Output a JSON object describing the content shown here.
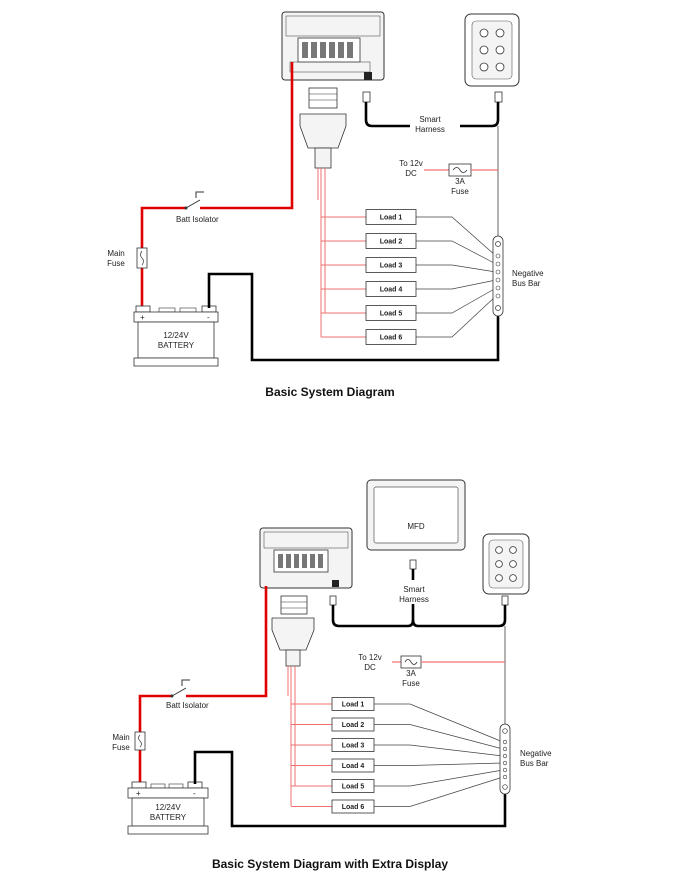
{
  "colors": {
    "positive_wire": "#e00000",
    "fused_wire": "#f07070",
    "negative_wire": "#000000",
    "outline": "#333333",
    "device_fill": "#f4f4f4"
  },
  "diagram_1": {
    "caption": "Basic System Diagram",
    "smart_harness": "Smart\nHarness",
    "to_12v": "To 12v\nDC",
    "fuse_3a": "3A\nFuse",
    "batt_isolator": "Batt Isolator",
    "main_fuse": "Main\nFuse",
    "negative_bus_bar": "Negative\nBus Bar",
    "battery": "12/24V\nBATTERY",
    "battery_plus": "+",
    "battery_minus": "-",
    "loads": [
      "Load 1",
      "Load 2",
      "Load 3",
      "Load 4",
      "Load 5",
      "Load 6"
    ]
  },
  "diagram_2": {
    "caption": "Basic System Diagram with Extra Display",
    "mfd": "MFD",
    "smart_harness": "Smart\nHarness",
    "to_12v": "To 12v\nDC",
    "fuse_3a": "3A\nFuse",
    "batt_isolator": "Batt Isolator",
    "main_fuse": "Main\nFuse",
    "negative_bus_bar": "Negative\nBus Bar",
    "battery": "12/24V\nBATTERY",
    "battery_plus": "+",
    "battery_minus": "-",
    "loads": [
      "Load 1",
      "Load 2",
      "Load 3",
      "Load 4",
      "Load 5",
      "Load 6"
    ]
  }
}
